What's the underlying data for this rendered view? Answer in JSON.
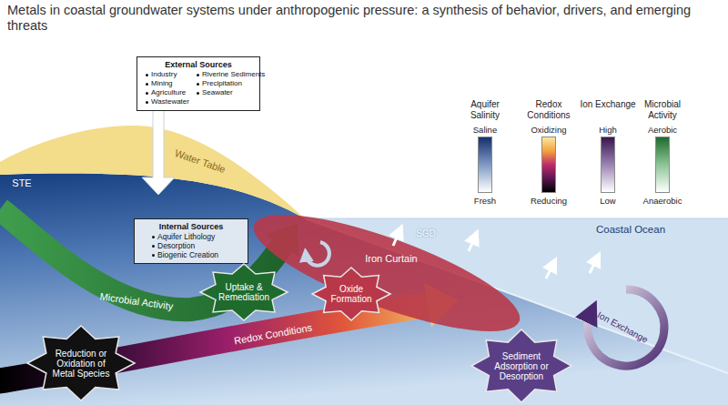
{
  "diagram": {
    "title": "Metals in coastal groundwater systems under anthropogenic pressure: a synthesis of behavior, drivers, and emerging threats",
    "nodes": [
      {
        "text": [
          "External Sources",
          "Industry",
          "Mining",
          "Agriculture",
          "Wastewater",
          "Riverine Sediments",
          "Precipitation",
          "Seawater"
        ]
      },
      {
        "text": [
          "Internal Sources",
          "Aquifer Lithology",
          "Desorption",
          "Biogenic Creation"
        ]
      },
      {
        "text": [
          "Uptake & Remediation"
        ]
      },
      {
        "text": [
          "Oxide Formation"
        ]
      },
      {
        "text": [
          "Reduction or Oxidation of Metal Species"
        ]
      },
      {
        "text": [
          "Sediment Adsorption or Desorption"
        ]
      }
    ],
    "labels": [
      "STE",
      "Water Table",
      "SGD",
      "Coastal Ocean",
      "Iron Curtain",
      "Microbial Activity",
      "Redox Conditions",
      "Ion Exchange",
      "Aquifer Salinity",
      "Redox Conditions",
      "Ion Exchange",
      "Microbial Activity"
    ],
    "legend": [
      {
        "text": "Saline",
        "color": "#16306b"
      },
      {
        "text": "Fresh",
        "color": "#ffffff"
      },
      {
        "text": "Oxidizing",
        "color": "#fbe7a0"
      },
      {
        "text": "Reducing",
        "color": "#000000"
      },
      {
        "text": "High",
        "color": "#3a1450"
      },
      {
        "text": "Low",
        "color": "#ffffff"
      },
      {
        "text": "Aerobic",
        "color": "#1f6b2e"
      },
      {
        "text": "Anaerobic",
        "color": "#ffffff"
      }
    ]
  }
}
